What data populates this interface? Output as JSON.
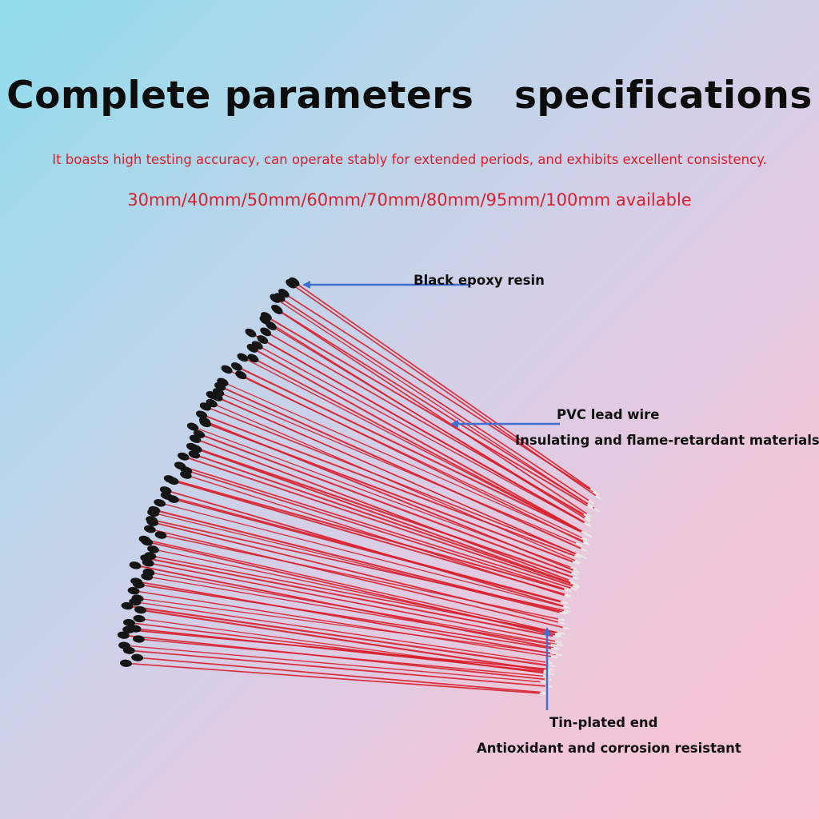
{
  "header": {
    "title": "Complete parameters   specifications",
    "tagline": "It boasts high testing accuracy, can operate stably for extended periods, and exhibits excellent consistency.",
    "lengths": "30mm/40mm/50mm/60mm/70mm/80mm/95mm/100mm available"
  },
  "callouts": {
    "epoxy": "Black epoxy resin",
    "lead_wire": "PVC lead wire",
    "lead_wire_detail": "Insulating and flame-retardant materials",
    "tin_end": "Tin-plated end",
    "tin_end_detail": "Antioxidant and corrosion resistant"
  },
  "colors": {
    "headline": "#0c0c0c",
    "accent_red": "#d8202e",
    "wire_red": "#d81e2a",
    "epoxy_black": "#151515",
    "arrow_blue": "#3f6fd0"
  }
}
